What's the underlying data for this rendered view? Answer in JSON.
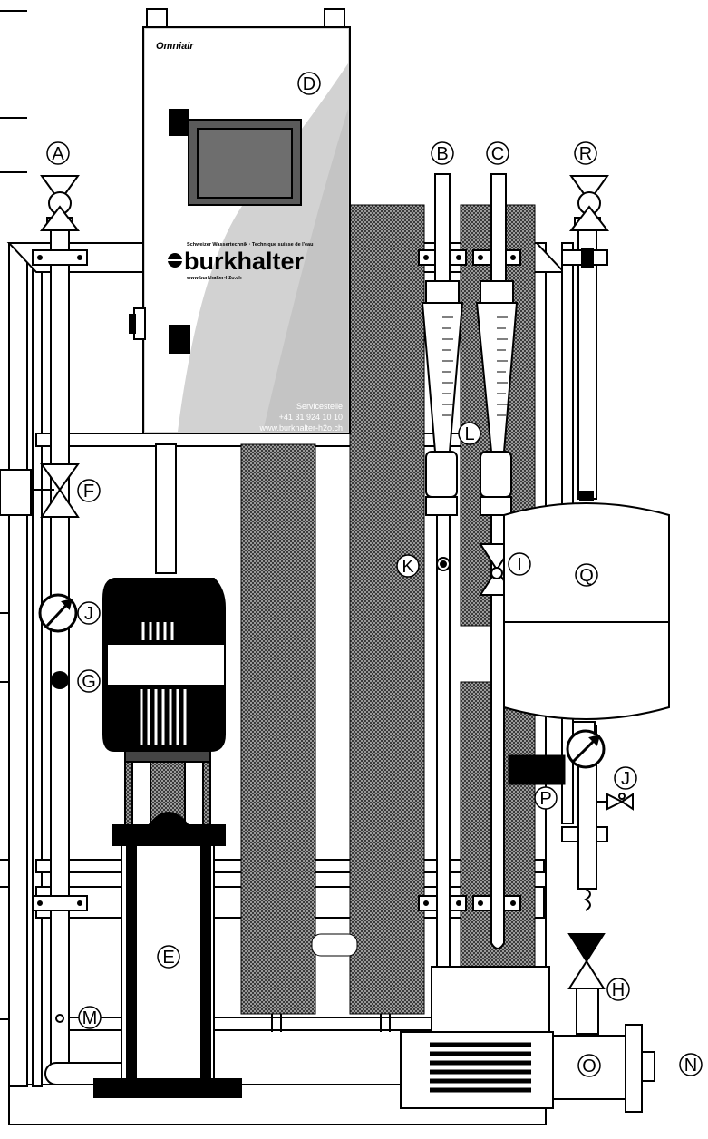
{
  "labels": {
    "A": "A",
    "B": "B",
    "C": "C",
    "D": "D",
    "E": "E",
    "F": "F",
    "G": "G",
    "H": "H",
    "I": "I",
    "J": "J",
    "J2": "J",
    "K": "K",
    "L": "L",
    "M": "M",
    "N": "N",
    "O": "O",
    "P": "P",
    "Q": "Q",
    "R": "R"
  },
  "cabinet": {
    "logo": "Omniair",
    "tagline": "Schweizer Wassertechnik · Technique suisse de l'eau",
    "brand": "burkhalter",
    "website": "www.burkhalter-h2o.ch",
    "service_title": "Servicestelle",
    "service_phone": "+41 31 924 10 10",
    "service_web": "www.burkhalter-h2o.ch"
  },
  "colors": {
    "stroke": "#000000",
    "fill": "#ffffff",
    "cabinet_gray": "#d2d2d2",
    "screen": "#5a5a5a",
    "pattern_dark": "#3a3a3a"
  }
}
